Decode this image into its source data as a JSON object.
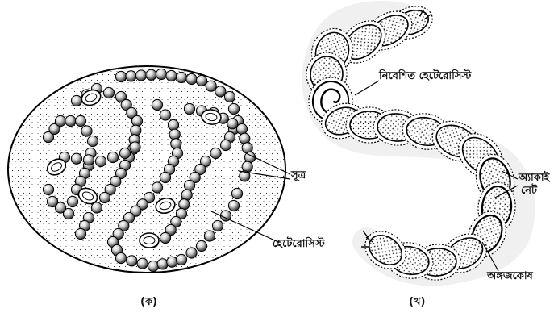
{
  "figure_a": {
    "label_filament": "সূত্র",
    "label_heterocyst": "হেটেরোসিস্ট",
    "caption": "(ক)"
  },
  "figure_b": {
    "label_intercalary_heterocyst": "নিবেশিত হেটেরোসিস্ট",
    "label_akinete_line1": "অ্যাকাই",
    "label_akinete_line2": "নেট",
    "label_vegetative_cell": "অঙ্গজকোষ",
    "caption": "(খ)"
  }
}
